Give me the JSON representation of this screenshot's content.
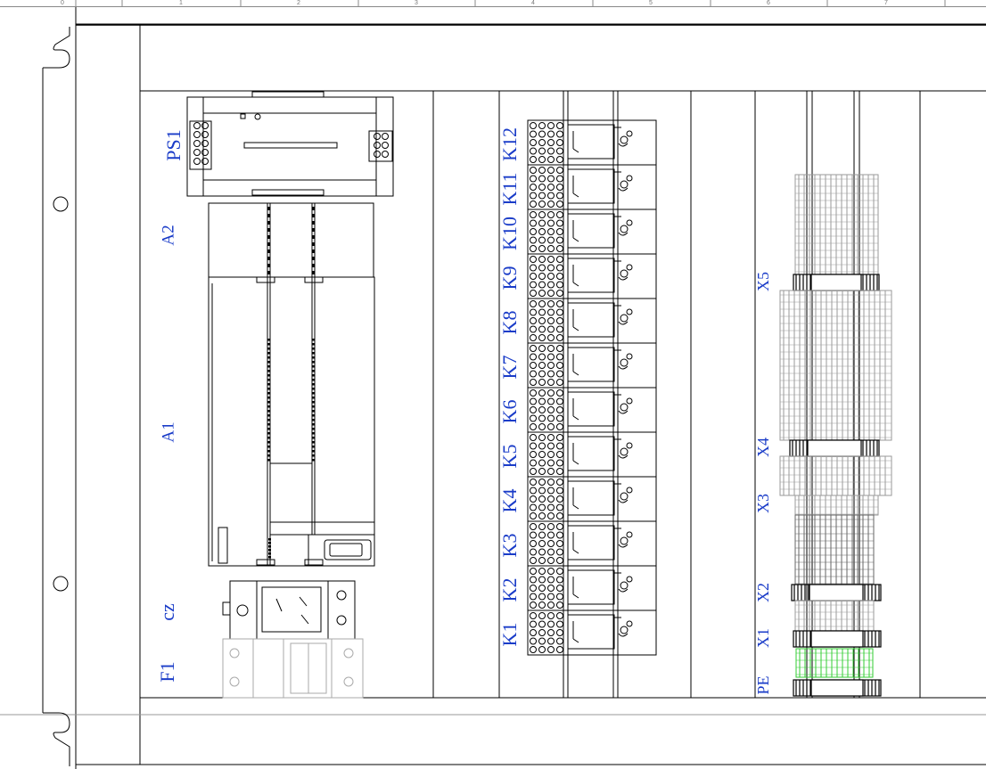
{
  "ruler": {
    "ticks": [
      "0",
      "1",
      "2",
      "3",
      "4",
      "5",
      "6",
      "7"
    ]
  },
  "labels": {
    "ps1": "PS1",
    "a2": "A2",
    "a1": "A1",
    "cz": "cz",
    "f1": "F1",
    "pe": "PE",
    "x1": "X1",
    "x2": "X2",
    "x3": "X3",
    "x4": "X4",
    "x5": "X5"
  },
  "relays": [
    "K1",
    "K2",
    "K3",
    "K4",
    "K5",
    "K6",
    "K7",
    "K8",
    "K9",
    "K10",
    "K11",
    "K12"
  ],
  "colors": {
    "label": "#1a3cc8",
    "line": "#000000",
    "terminal_gray": "#9a9a9a",
    "pe_green": "#33cc33"
  }
}
